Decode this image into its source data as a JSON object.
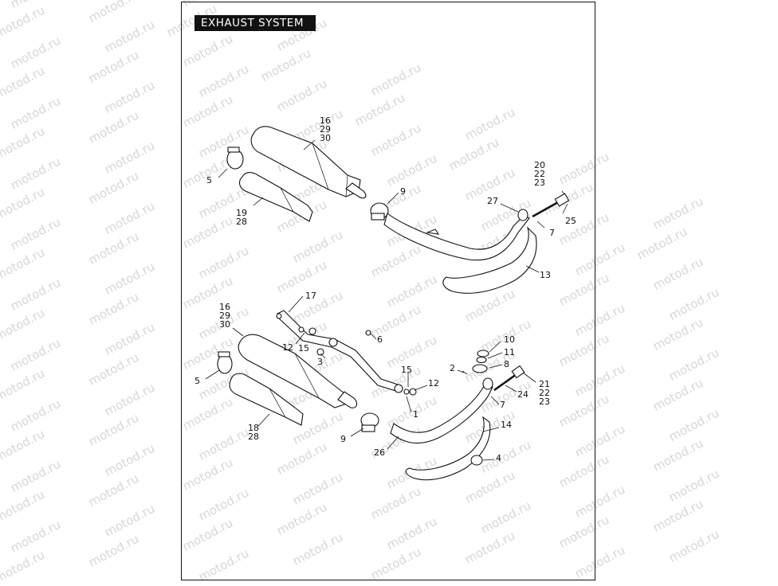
{
  "title": "EXHAUST SYSTEM",
  "watermark": "motod.ru",
  "callouts_upper": {
    "c16_29_30": [
      "16",
      "29",
      "30"
    ],
    "c5": "5",
    "c19_28": [
      "19",
      "28"
    ],
    "c9": "9",
    "c27": "27",
    "c20_22_23": [
      "20",
      "22",
      "23"
    ],
    "c25": "25",
    "c7": "7",
    "c13": "13"
  },
  "callouts_lower": {
    "c17": "17",
    "c16_29_30": [
      "16",
      "29",
      "30"
    ],
    "c6": "6",
    "c12a": "12",
    "c15a": "15",
    "c3": "3",
    "c5": "5",
    "c10": "10",
    "c11": "11",
    "c8": "8",
    "c2": "2",
    "c15b": "15",
    "c12b": "12",
    "c21_22_23": [
      "21",
      "22",
      "23"
    ],
    "c24": "24",
    "c7": "7",
    "c1": "1",
    "c18_28": [
      "18",
      "28"
    ],
    "c9": "9",
    "c14": "14",
    "c26": "26",
    "c4": "4"
  }
}
